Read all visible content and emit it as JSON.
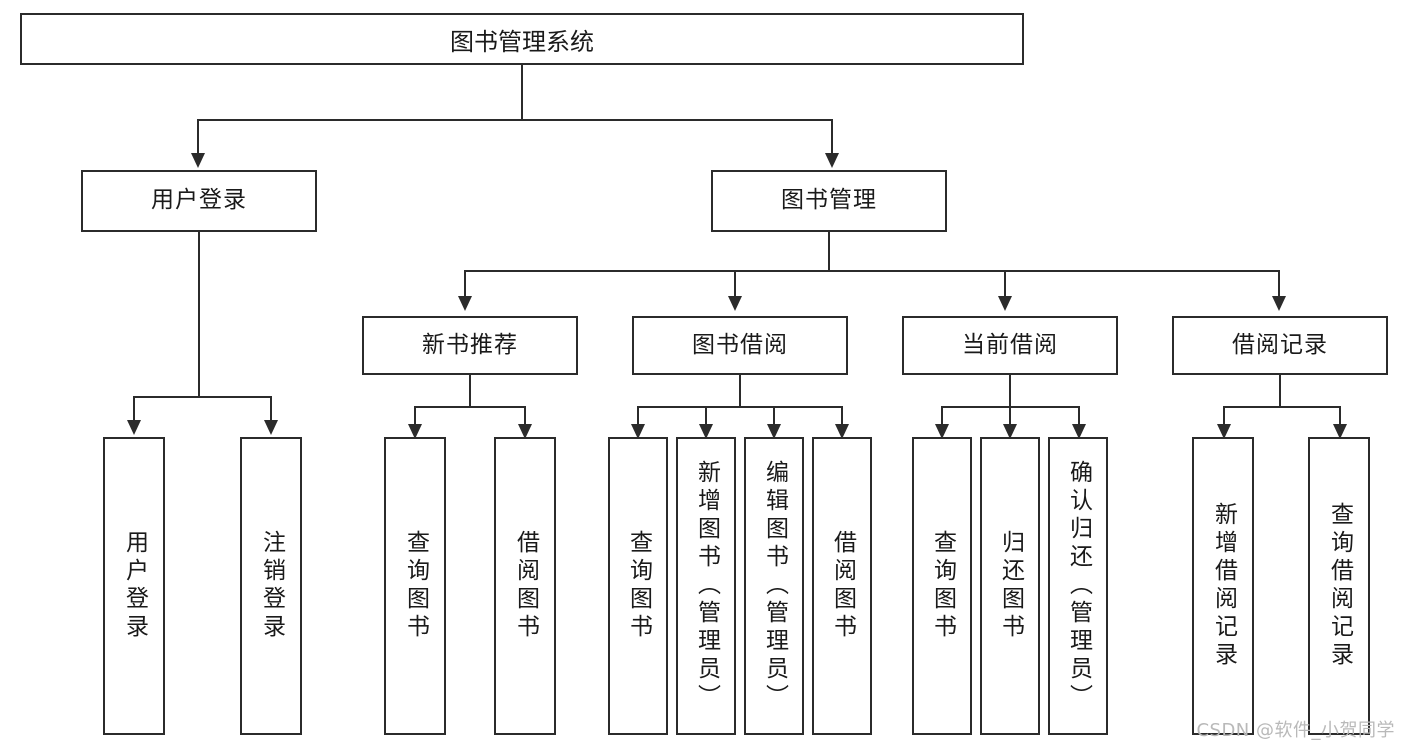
{
  "diagram": {
    "type": "tree-hierarchy",
    "root": {
      "label": "图书管理系统"
    },
    "level2": [
      {
        "label": "用户登录"
      },
      {
        "label": "图书管理"
      }
    ],
    "level3": [
      {
        "label": "新书推荐"
      },
      {
        "label": "图书借阅"
      },
      {
        "label": "当前借阅"
      },
      {
        "label": "借阅记录"
      }
    ],
    "leaves": {
      "user_login": [
        {
          "label": "用户登录"
        },
        {
          "label": "注销登录"
        }
      ],
      "new_book_recommend": [
        {
          "label": "查询图书"
        },
        {
          "label": "借阅图书"
        }
      ],
      "book_borrow": [
        {
          "label": "查询图书"
        },
        {
          "label": "新增图书（管理员）"
        },
        {
          "label": "编辑图书（管理员）"
        },
        {
          "label": "借阅图书"
        }
      ],
      "current_borrow": [
        {
          "label": "查询图书"
        },
        {
          "label": "归还图书"
        },
        {
          "label": "确认归还（管理员）"
        }
      ],
      "borrow_record": [
        {
          "label": "新增借阅记录"
        },
        {
          "label": "查询借阅记录"
        }
      ]
    }
  },
  "watermark": {
    "text": "CSDN @软件_小贺同学"
  },
  "colors": {
    "stroke": "#2b2b2b",
    "fill": "#ffffff",
    "text": "#1a1a1a",
    "watermark": "#b9b9b9"
  }
}
